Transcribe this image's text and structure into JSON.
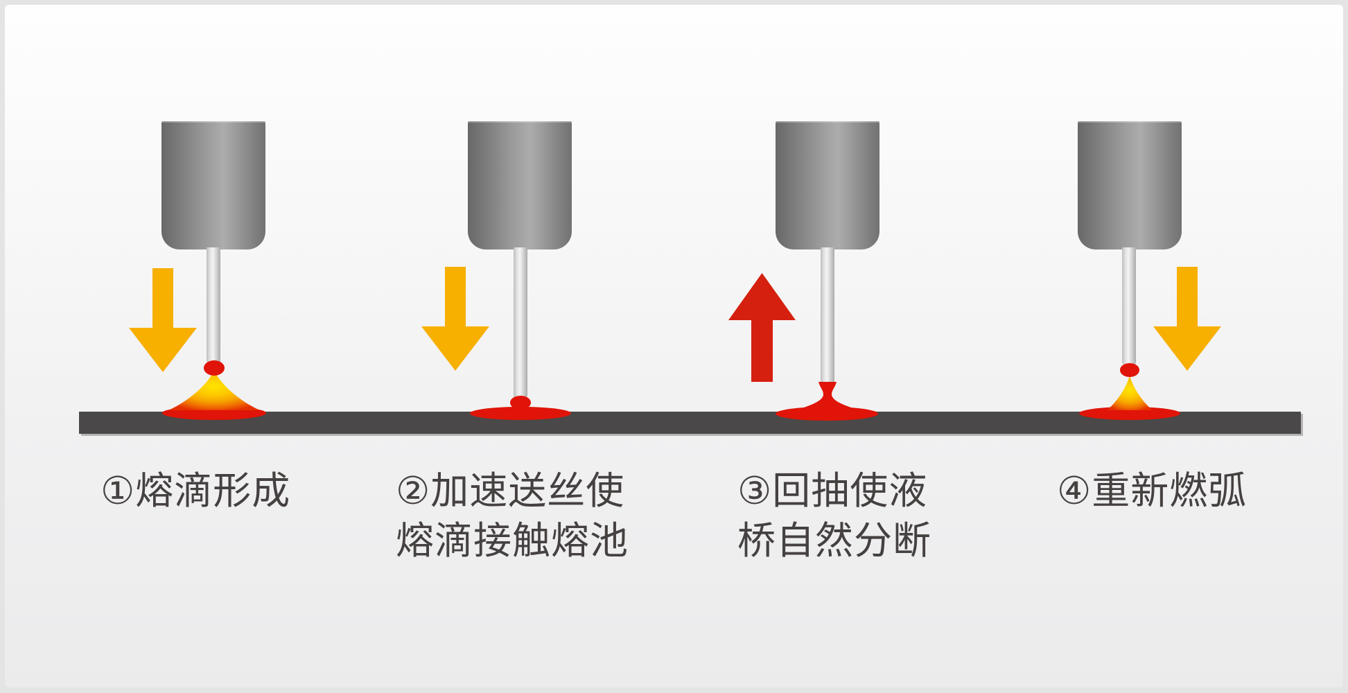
{
  "figure_type": "welding-process-step-diagram",
  "stages": [
    {
      "label_line1": "①熔滴形成",
      "arrow_direction": "down",
      "arrow_color": "#f7af00",
      "features": [
        "torch",
        "wire",
        "droplet",
        "arc-flame",
        "weld-pool"
      ]
    },
    {
      "label_line1": "②加速送丝使",
      "label_line2": "熔滴接触熔池",
      "arrow_direction": "down",
      "arrow_color": "#f7af00",
      "features": [
        "torch",
        "wire",
        "droplet",
        "weld-pool"
      ]
    },
    {
      "label_line1": "③回抽使液",
      "label_line2": "桥自然分断",
      "arrow_direction": "up",
      "arrow_color": "#d5200f",
      "features": [
        "torch",
        "wire",
        "liquid-bridge",
        "weld-pool"
      ]
    },
    {
      "label_line1": "④重新燃弧",
      "arrow_direction": "down",
      "arrow_color": "#f7af00",
      "features": [
        "torch",
        "wire",
        "droplet",
        "arc-flame",
        "weld-pool"
      ]
    }
  ],
  "colors": {
    "background_top": "#fefefe",
    "background_bottom": "#ebebec",
    "frame_border": "#e4e4e5",
    "torch_gray": "#8f8e8e",
    "wire_silver": "#e0e0e0",
    "workpiece_gray": "#4a4848",
    "molten_red": "#e01408",
    "arrow_yellow": "#f7af00",
    "arrow_red": "#d5200f",
    "flame_core_yellow": "#ffe400",
    "text_gray": "#454140"
  }
}
